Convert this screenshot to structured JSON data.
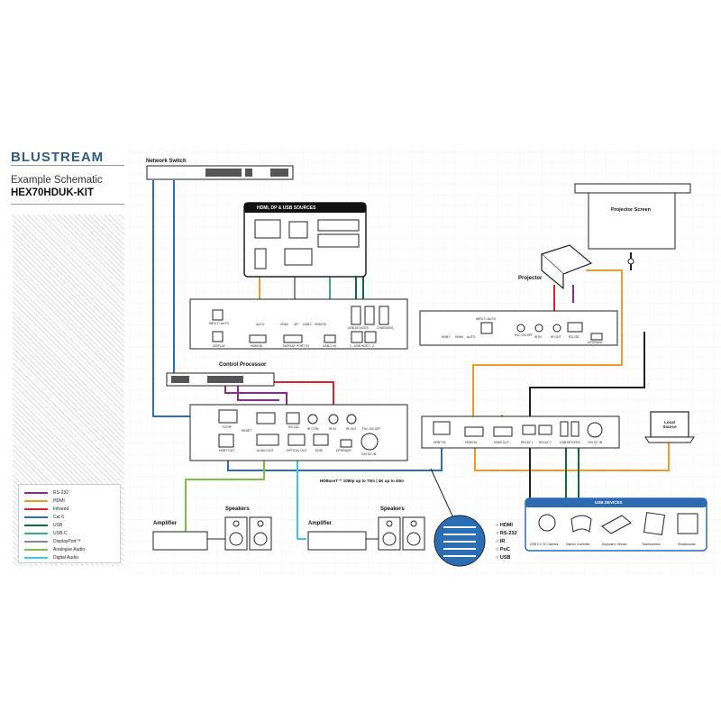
{
  "brand": {
    "logo": "BLUSTREAM"
  },
  "header": {
    "subtitle": "Example Schematic",
    "kit": "HEX70HDUK-KIT"
  },
  "labels": {
    "network_switch": "Network Switch",
    "sources": "HDMI, DP & USB SOURCES",
    "projector_screen": "Projector Screen",
    "projector": "Projector",
    "control_processor": "Control Processor",
    "local_source": "Local Source",
    "usb_devices": "USB DEVICES",
    "amplifier": "Amplifier",
    "speakers": "Speakers",
    "hdbaset": "HDBaseT™ 1080p up to 70m | 4K up to 40m"
  },
  "ports": {
    "tx_front": [
      "INPUT / AUTO",
      "DISPLAY",
      "AUTO",
      "HDMI",
      "DP",
      "USB-C",
      "HDMI IN",
      "USB DEVICES",
      "CHARGING",
      "HDMI IN",
      "DISPLAY PORT IN",
      "USB-C IN",
      "1 - USB HOST - 2"
    ],
    "tx_rear": [
      "TCP/IP",
      "RESET",
      "RS-232",
      "IR CTRL",
      "IR IN",
      "IR OUT",
      "PoC ON OFF",
      "HDBT OUT",
      "AUDIO OUT",
      "OPTICAL OUT",
      "EDID",
      "UPGRADE",
      "24V DC IN"
    ],
    "rx_front": [
      "INPUT / AUTO",
      "PoC ON OFF",
      "IR IN",
      "IR OUT",
      "RS-232",
      "UPGRADE",
      "HDBT",
      "HDMI",
      "AUTO"
    ],
    "rx_rear": [
      "HDBT IN",
      "HDMI IN",
      "HDMI OUT",
      "RELAY 1",
      "RELAY 2",
      "USB DEVICES",
      "24V DC IN"
    ]
  },
  "usb_devices": [
    "USB 2.0 VC Camera",
    "Games Controller",
    "Keyboard / Mouse",
    "Touchscreens",
    "Smartboards"
  ],
  "legend": [
    {
      "label": "RS-232",
      "color": "#8e2a8f"
    },
    {
      "label": "HDMI",
      "color": "#f39a23"
    },
    {
      "label": "Infrared",
      "color": "#e2202a"
    },
    {
      "label": "Cat 6",
      "color": "#2a6fb5"
    },
    {
      "label": "USB",
      "color": "#0f6b3b"
    },
    {
      "label": "USB-C",
      "color": "#35b07a"
    },
    {
      "label": "DisplayPort™",
      "color": "#888888"
    },
    {
      "label": "Analogue Audio",
      "color": "#7cc242"
    },
    {
      "label": "Digital Audio",
      "color": "#3fc6e8"
    }
  ],
  "callout": [
    "HDMI",
    "RS-232",
    "IR",
    "PoC",
    "USB"
  ]
}
